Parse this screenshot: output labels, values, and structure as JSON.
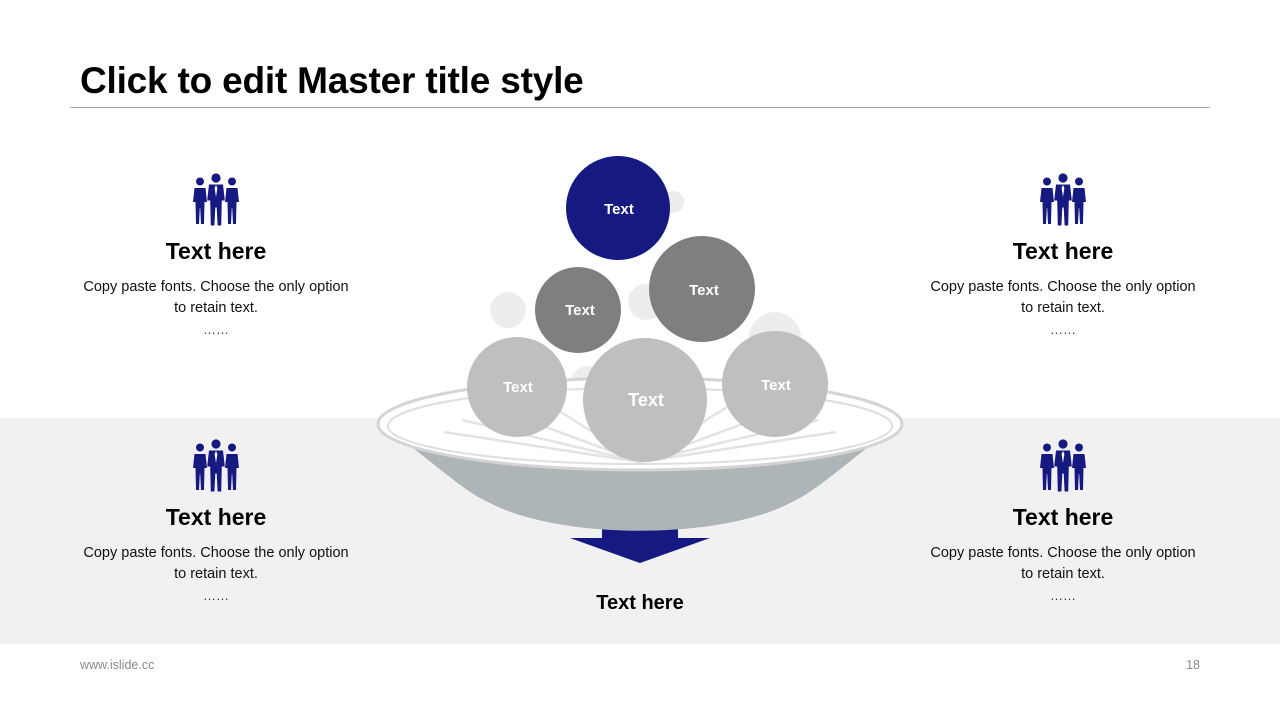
{
  "slide": {
    "title": "Click to edit Master title style",
    "footer_url": "www.islide.cc",
    "page_number": "18"
  },
  "blocks": [
    {
      "heading": "Text here",
      "body": "Copy paste fonts. Choose the only option to retain text.",
      "dots": "……",
      "icon": "people-group-icon"
    },
    {
      "heading": "Text here",
      "body": "Copy paste fonts. Choose the only option to retain text.",
      "dots": "……",
      "icon": "people-group-icon"
    },
    {
      "heading": "Text here",
      "body": "Copy paste fonts. Choose the only option to retain text.",
      "dots": "……",
      "icon": "people-group-icon"
    },
    {
      "heading": "Text here",
      "body": "Copy paste fonts. Choose the only option to retain text.",
      "dots": "……",
      "icon": "people-group-icon"
    }
  ],
  "funnel": {
    "balls": [
      "Text",
      "Text",
      "Text",
      "Text",
      "Text",
      "Text"
    ],
    "output_label": "Text here",
    "colors": {
      "accent": "#161a80",
      "dark_gray": "#7f7f7f",
      "light_gray": "#bfbfbf",
      "bowl": "#adb5b8",
      "rim": "#d9d9d9",
      "band": "#f1f1f1"
    }
  }
}
